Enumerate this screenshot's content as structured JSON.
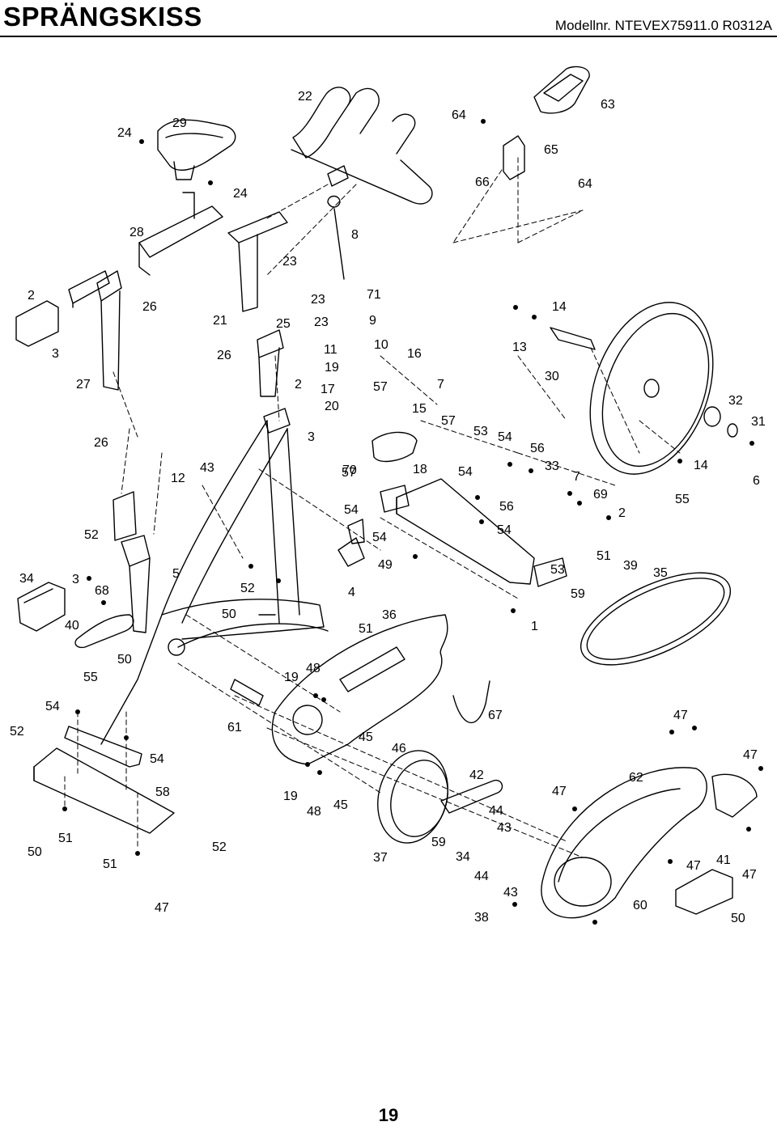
{
  "header": {
    "title": "SPRÄNGSKISS",
    "model": "Modellnr. NTEVEX75911.0 R0312A"
  },
  "page_number": "19",
  "callouts": [
    "22",
    "29",
    "24",
    "64",
    "63",
    "65",
    "66",
    "64",
    "24",
    "28",
    "8",
    "23",
    "2",
    "26",
    "23",
    "71",
    "21",
    "25",
    "23",
    "9",
    "3",
    "26",
    "11",
    "10",
    "16",
    "13",
    "14",
    "27",
    "19",
    "17",
    "57",
    "7",
    "30",
    "2",
    "20",
    "15",
    "32",
    "57",
    "31",
    "26",
    "3",
    "53",
    "54",
    "56",
    "57",
    "18",
    "54",
    "33",
    "14",
    "7",
    "6",
    "12",
    "43",
    "70",
    "69",
    "55",
    "54",
    "56",
    "2",
    "52",
    "54",
    "54",
    "51",
    "49",
    "53",
    "39",
    "35",
    "34",
    "3",
    "5",
    "52",
    "59",
    "68",
    "4",
    "50",
    "36",
    "40",
    "51",
    "1",
    "50",
    "48",
    "55",
    "19",
    "54",
    "61",
    "67",
    "47",
    "52",
    "45",
    "46",
    "47",
    "54",
    "42",
    "62",
    "58",
    "47",
    "19",
    "48",
    "45",
    "44",
    "51",
    "43",
    "50",
    "59",
    "37",
    "34",
    "52",
    "41",
    "47",
    "51",
    "44",
    "43",
    "47",
    "38",
    "60",
    "50",
    "47"
  ]
}
